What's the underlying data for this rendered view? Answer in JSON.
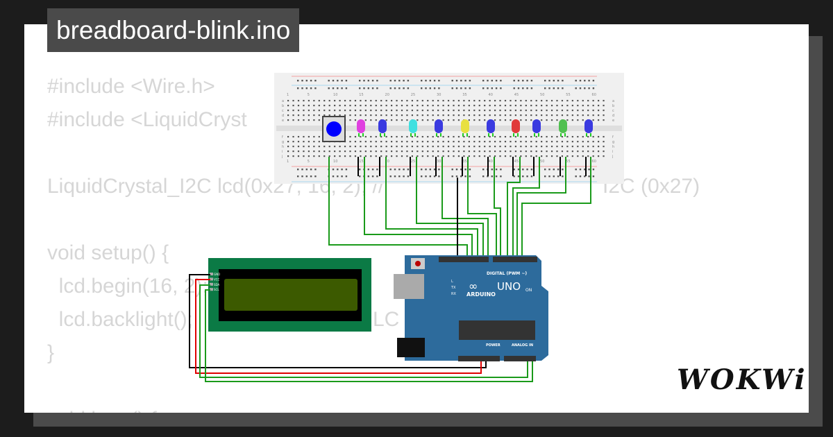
{
  "title": "breadboard-blink.ino",
  "code_lines": [
    "#include <Wire.h>",
    "#include <LiquidCryst",
    "",
    "LiquidCrystal_I2C lcd(0x27, 16, 2); //",
    "",
    "void setup() {",
    "  lcd.begin(16, 2);",
    "  lcd.backlight();",
    "}",
    "",
    "void loop() {"
  ],
  "code_fragments": {
    "lcd_comment_tail": "I2C (0x27)",
    "begin_comment_tail": "LC"
  },
  "circuit": {
    "button_color": "#0000ff",
    "led_colors": [
      "#e040e0",
      "#3a3ae0",
      "#40e0e0",
      "#3a3ae0",
      "#e8e040",
      "#3a3ae0",
      "#e03a3a",
      "#3a3ae0",
      "#50c050",
      "#3a3ae0"
    ],
    "breadboard_column_labels": [
      "1",
      "5",
      "10",
      "15",
      "20",
      "25",
      "30",
      "35",
      "40",
      "45",
      "50",
      "55",
      "60"
    ],
    "breadboard_row_labels_top": [
      "a",
      "b",
      "c",
      "d",
      "e"
    ],
    "breadboard_row_labels_bottom": [
      "f",
      "g",
      "h",
      "i",
      "j"
    ],
    "lcd_pins": [
      "GND",
      "VCC",
      "SDA",
      "SCL"
    ],
    "arduino": {
      "brand": "ARDUINO",
      "model": "UNO",
      "digital_label": "DIGITAL (PWM ~)",
      "power_label": "POWER",
      "analog_label": "ANALOG IN",
      "on_label": "ON",
      "led_labels": [
        "L",
        "TX",
        "RX"
      ],
      "board_color": "#2d6b9c"
    },
    "wire_colors": {
      "signal": "#1a9a1a",
      "ground": "#000000",
      "power": "#e00000"
    }
  },
  "logo": "WOKWi"
}
